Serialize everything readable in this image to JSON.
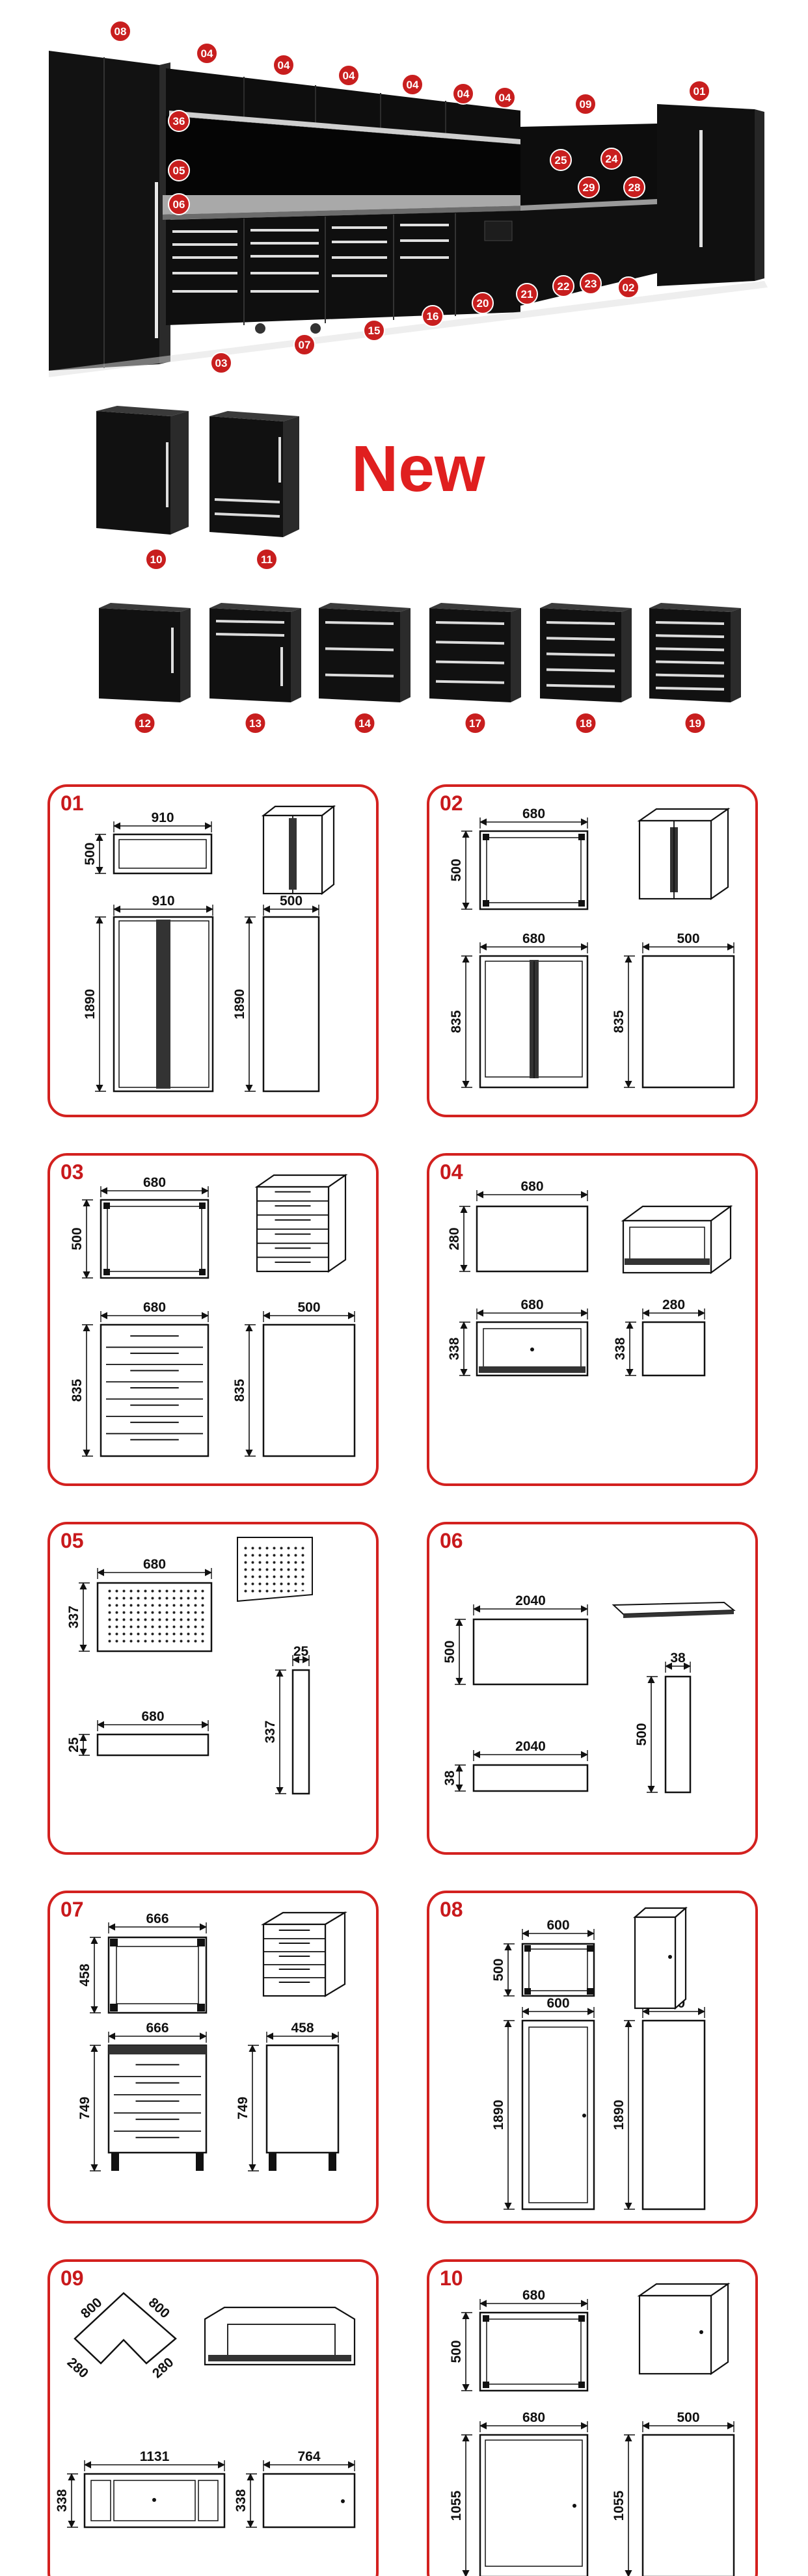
{
  "colors": {
    "accent": "#d3211f",
    "badge": "#c81e1e",
    "cabinet": "#0e0e0e"
  },
  "hero_badges": [
    "08",
    "04",
    "04",
    "04",
    "04",
    "04",
    "04",
    "09",
    "01",
    "36",
    "05",
    "06",
    "25",
    "24",
    "29",
    "28",
    "03",
    "07",
    "15",
    "16",
    "20",
    "21",
    "22",
    "23",
    "02"
  ],
  "new_label": "New",
  "new_badges": [
    "10",
    "11"
  ],
  "module_badges": [
    "12",
    "13",
    "14",
    "17",
    "18",
    "19"
  ],
  "panels": [
    {
      "id": "01",
      "d": [
        "910",
        "500",
        "910",
        "1890",
        "500",
        "1890"
      ]
    },
    {
      "id": "02",
      "d": [
        "680",
        "500",
        "680",
        "835",
        "500",
        "835"
      ]
    },
    {
      "id": "03",
      "d": [
        "680",
        "500",
        "680",
        "835",
        "500",
        "835"
      ]
    },
    {
      "id": "04",
      "d": [
        "680",
        "280",
        "680",
        "338",
        "280",
        "338"
      ]
    },
    {
      "id": "05",
      "d": [
        "680",
        "337",
        "680",
        "25",
        "25",
        "337"
      ]
    },
    {
      "id": "06",
      "d": [
        "2040",
        "500",
        "2040",
        "38",
        "38",
        "500"
      ]
    },
    {
      "id": "07",
      "d": [
        "666",
        "458",
        "666",
        "749",
        "458",
        "749"
      ]
    },
    {
      "id": "08",
      "d": [
        "600",
        "500",
        "600",
        "1890",
        "500",
        "1890"
      ]
    },
    {
      "id": "09",
      "d": [
        "800",
        "800",
        "280",
        "280",
        "1131",
        "338",
        "764",
        "338"
      ]
    },
    {
      "id": "10",
      "d": [
        "680",
        "500",
        "680",
        "1055",
        "500",
        "1055"
      ]
    }
  ]
}
